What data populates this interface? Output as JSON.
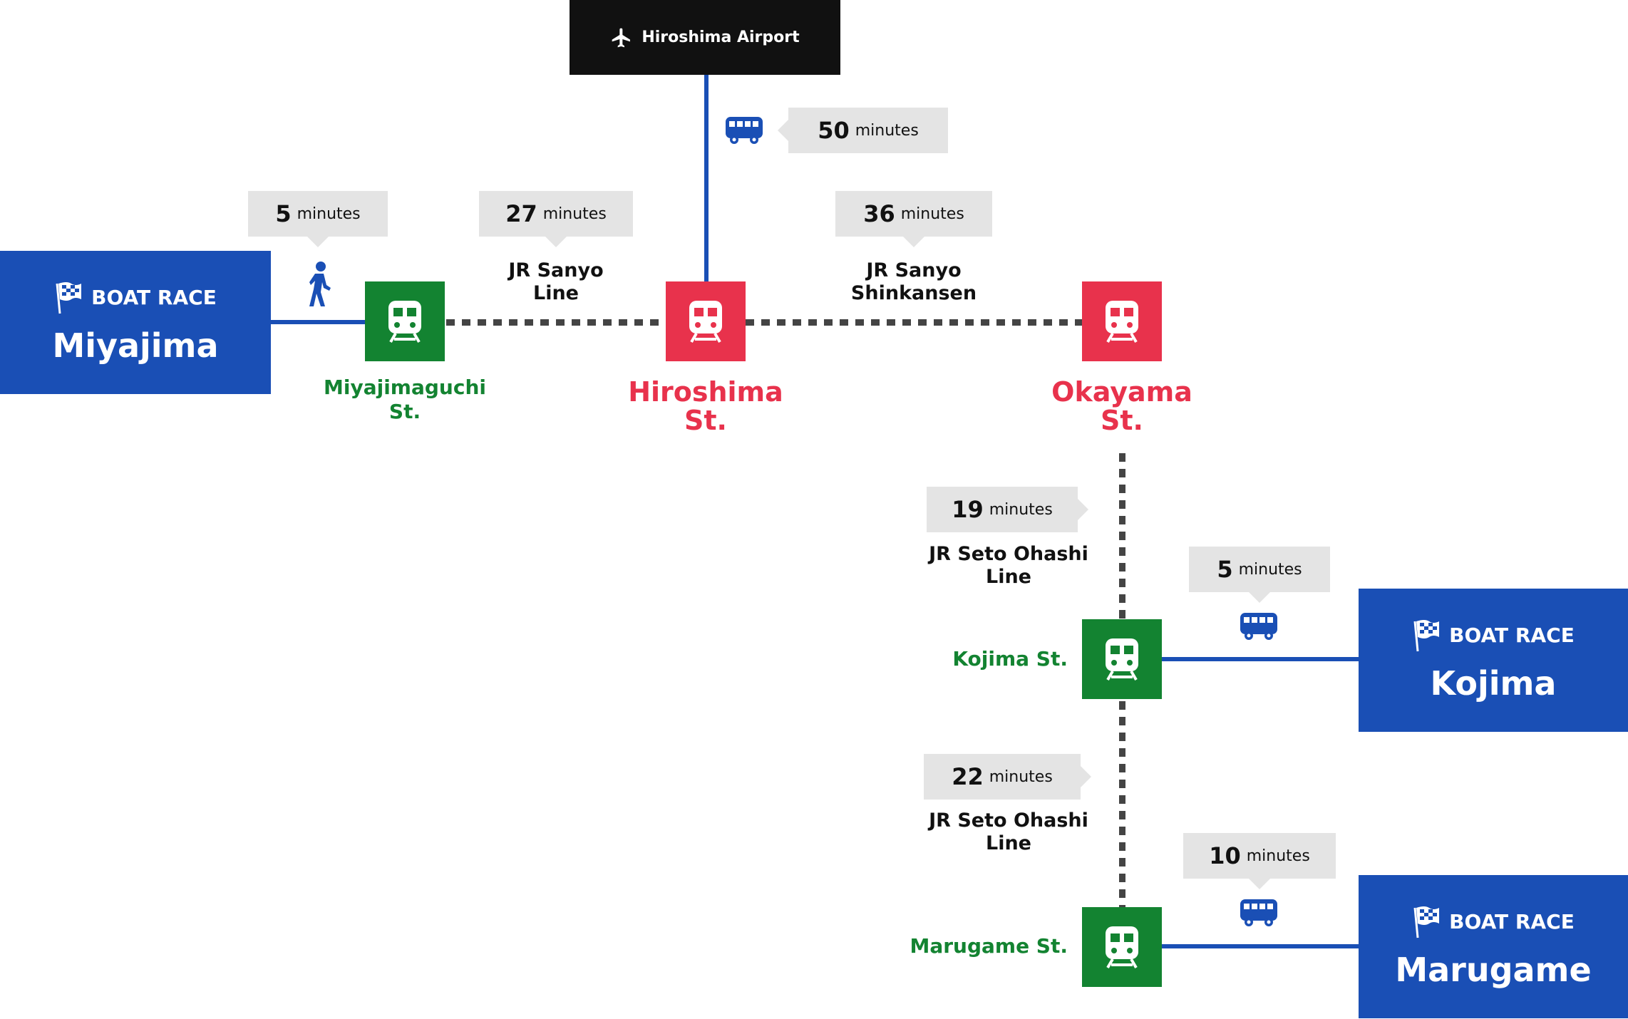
{
  "colors": {
    "blue": "#1a4fb5",
    "red": "#e8324c",
    "green": "#138331",
    "black": "#111111",
    "bubble": "#e4e4e4"
  },
  "airport": {
    "label": "Hiroshima Airport",
    "icon": "airplane-icon"
  },
  "race_label": "BOAT RACE",
  "venues": {
    "miyajima": "Miyajima",
    "kojima": "Kojima",
    "marugame": "Marugame"
  },
  "stations": {
    "miyajimaguchi": "Miyajimaguchi\nSt.",
    "hiroshima": "Hiroshima\nSt.",
    "okayama": "Okayama\nSt.",
    "kojima": "Kojima St.",
    "marugame": "Marugame St."
  },
  "lines": {
    "sanyo": "JR Sanyo\nLine",
    "shinkansen": "JR Sanyo\nShinkansen",
    "seto1": "JR Seto Ohashi\nLine",
    "seto2": "JR Seto Ohashi\nLine"
  },
  "unit": "minutes",
  "times": {
    "airport_bus": "50",
    "walk": "5",
    "sanyo": "27",
    "shinkansen": "36",
    "seto1": "19",
    "kojima_bus": "5",
    "seto2": "22",
    "marugame_bus": "10"
  }
}
